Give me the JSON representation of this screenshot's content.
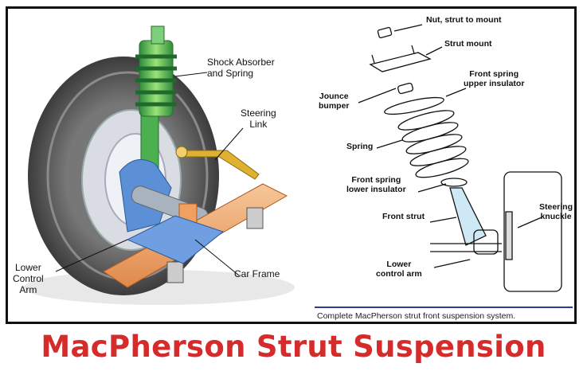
{
  "title": "MacPherson Strut Suspension",
  "left_labels": {
    "shock": "Shock Absorber",
    "shock2": "and Spring",
    "steering": "Steering",
    "steering2": "Link",
    "lower": "Lower",
    "lower2": "Control",
    "lower3": "Arm",
    "frame": "Car Frame"
  },
  "right_labels": {
    "nut": "Nut, strut to mount",
    "mount": "Strut mount",
    "upper_ins": "Front spring",
    "upper_ins2": "upper insulator",
    "jounce": "Jounce",
    "jounce2": "bumper",
    "spring": "Spring",
    "lower_ins": "Front spring",
    "lower_ins2": "lower insulator",
    "strut": "Front strut",
    "knuckle": "Steering",
    "knuckle2": "knuckle",
    "control": "Lower",
    "control2": "control arm"
  },
  "caption": "Complete MacPherson strut front suspension system.",
  "colors": {
    "title": "#d62b2b",
    "spring": "#4caf50",
    "knuckle": "#5b8fd6",
    "frame": "#f2a56b",
    "link": "#e0b030",
    "tire": "#5a5a5a"
  }
}
